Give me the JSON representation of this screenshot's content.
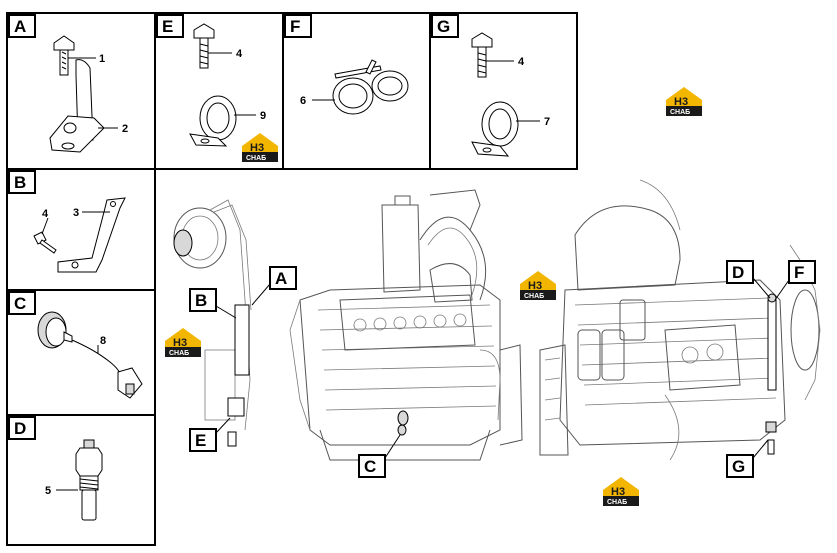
{
  "panels": {
    "A": {
      "tag": "A",
      "parts": [
        "1",
        "2"
      ]
    },
    "B": {
      "tag": "B",
      "parts": [
        "3",
        "4"
      ]
    },
    "C": {
      "tag": "C",
      "parts": [
        "8"
      ]
    },
    "D": {
      "tag": "D",
      "parts": [
        "5"
      ]
    },
    "E": {
      "tag": "E",
      "parts": [
        "4",
        "9"
      ]
    },
    "F": {
      "tag": "F",
      "parts": [
        "6"
      ]
    },
    "G": {
      "tag": "G",
      "parts": [
        "4",
        "7"
      ]
    }
  },
  "callouts": [
    "A",
    "B",
    "C",
    "D",
    "E",
    "F",
    "G"
  ],
  "logo": {
    "mark": "H3",
    "text": "CHAБ",
    "color": "#f2b600"
  }
}
